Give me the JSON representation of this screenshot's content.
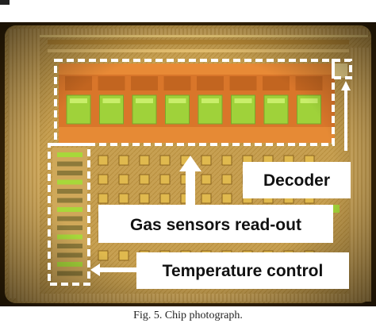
{
  "figure": {
    "caption": "Fig. 5. Chip photograph.",
    "labels": {
      "decoder": "Decoder",
      "gas_sensors": "Gas sensors read-out",
      "temperature": "Temperature control"
    }
  },
  "colors": {
    "die_base": "#caa255",
    "die_dark": "#5a3a10",
    "sensor_orange": "#df7a28",
    "sensor_green": "#9fd23a",
    "pad_green": "#a7d83a",
    "outline": "#ffffff"
  }
}
